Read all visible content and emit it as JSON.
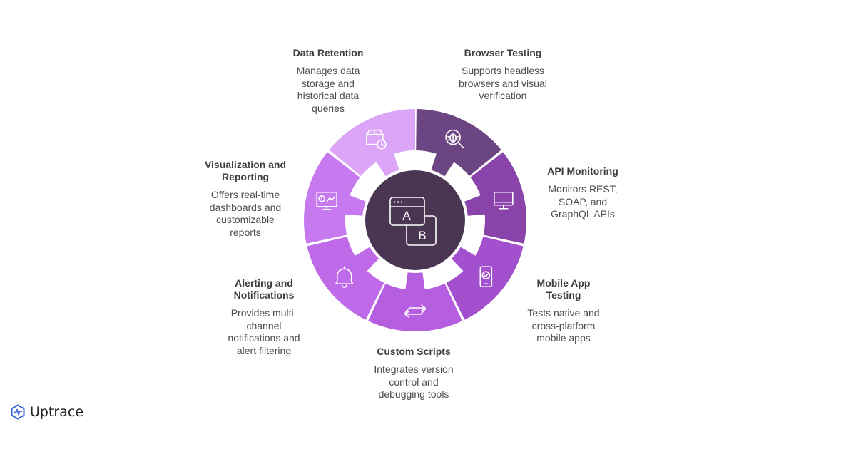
{
  "segments": [
    {
      "id": "browser-testing",
      "title": "Browser Testing",
      "description": "Supports headless browsers and visual verification",
      "color": "#6c4682",
      "icon": "bug-search-icon"
    },
    {
      "id": "api-monitoring",
      "title": "API Monitoring",
      "description": "Monitors REST, SOAP, and GraphQL APIs",
      "color": "#8a43aa",
      "icon": "monitor-icon"
    },
    {
      "id": "mobile-app-testing",
      "title": "Mobile App Testing",
      "description": "Tests native and cross-platform mobile apps",
      "color": "#a350cf",
      "icon": "mobile-check-icon"
    },
    {
      "id": "custom-scripts",
      "title": "Custom Scripts",
      "description": "Integrates version control and debugging tools",
      "color": "#b65ee0",
      "icon": "swap-arrows-icon"
    },
    {
      "id": "alerting-notifications",
      "title": "Alerting and Notifications",
      "description": "Provides multi-channel notifications and alert filtering",
      "color": "#bf6ae8",
      "icon": "bell-icon"
    },
    {
      "id": "visualization-reporting",
      "title": "Visualization and Reporting",
      "description": "Offers real-time dashboards and customizable reports",
      "color": "#c77af0",
      "icon": "dashboard-icon"
    },
    {
      "id": "data-retention",
      "title": "Data Retention",
      "description": "Manages data storage and historical data queries",
      "color": "#dca5f7",
      "icon": "box-clock-icon"
    }
  ],
  "center": {
    "icon": "ab-test-icon",
    "label_a": "A",
    "label_b": "B",
    "color": "#4a3653"
  },
  "brand": {
    "name": "Uptrace",
    "icon": "uptrace-logo-icon"
  }
}
